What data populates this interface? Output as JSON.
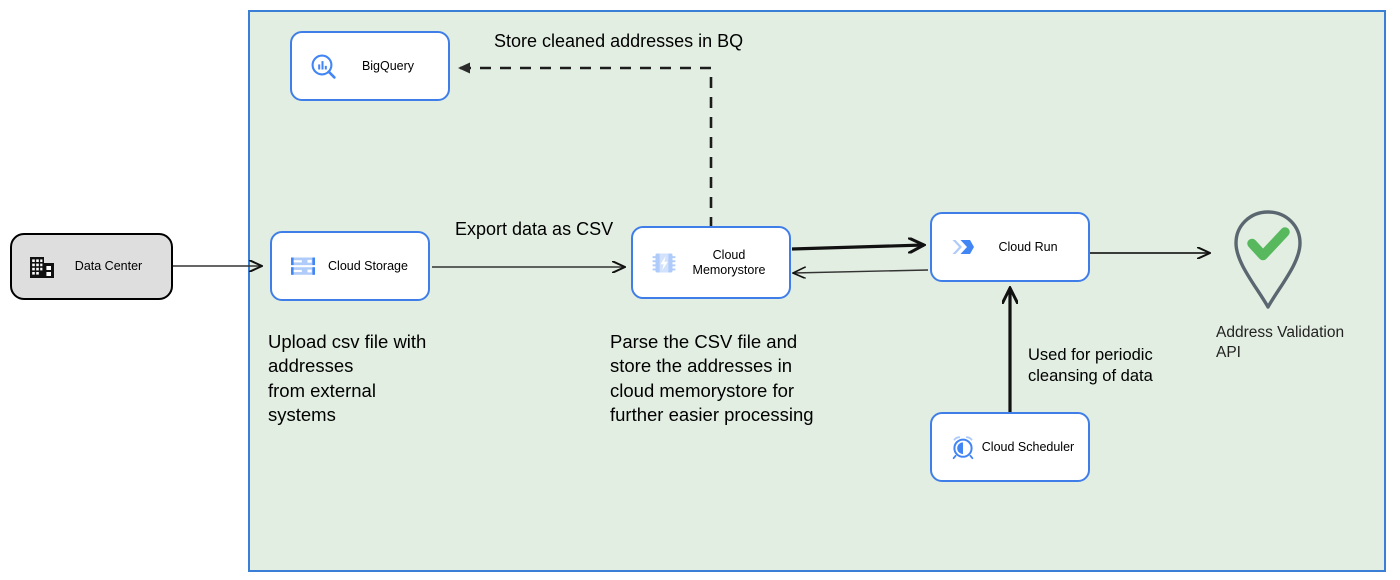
{
  "diagram": {
    "title_text": "",
    "zone": {
      "name": "gcp-project-boundary",
      "fill_color": "#e2eee2",
      "border_color": "#3a7fd5"
    },
    "nodes": [
      {
        "id": "data-center",
        "label": "Data Center",
        "icon": "building-icon",
        "style": "onprem",
        "fill_color": "#dedede",
        "border_color": "#000000"
      },
      {
        "id": "cloud-storage",
        "label": "Cloud Storage",
        "icon": "cloud-storage-icon",
        "style": "gcp",
        "fill_color": "#ffffff",
        "border_color": "#3f7ee8"
      },
      {
        "id": "bigquery",
        "label": "BigQuery",
        "icon": "bigquery-icon",
        "style": "gcp",
        "fill_color": "#ffffff",
        "border_color": "#3f7ee8"
      },
      {
        "id": "cloud-memorystore",
        "label": "Cloud\nMemorystore",
        "icon": "memorystore-chip-icon",
        "style": "gcp",
        "fill_color": "#ffffff",
        "border_color": "#3f7ee8"
      },
      {
        "id": "cloud-run",
        "label": "Cloud Run",
        "icon": "cloud-run-icon",
        "style": "gcp",
        "fill_color": "#ffffff",
        "border_color": "#3f7ee8"
      },
      {
        "id": "cloud-scheduler",
        "label": "Cloud Scheduler",
        "icon": "alarm-clock-icon",
        "style": "gcp",
        "fill_color": "#ffffff",
        "border_color": "#3f7ee8"
      },
      {
        "id": "address-validation-api",
        "label": "Address Validation\nAPI",
        "icon": "map-pin-check-icon",
        "style": "pin",
        "pin_color": "#5b6770",
        "check_color": "#57b85e"
      }
    ],
    "edge_labels": [
      {
        "id": "store-cleaned-bq",
        "text": "Store cleaned addresses in BQ"
      },
      {
        "id": "export-csv",
        "text": "Export data as CSV"
      },
      {
        "id": "periodic-cleansing",
        "text": "Used for periodic\ncleansing of data"
      }
    ],
    "notes": [
      {
        "id": "upload-note",
        "text": "Upload csv file with\naddresses\nfrom external\nsystems"
      },
      {
        "id": "parse-note",
        "text": "Parse the CSV file and\nstore the addresses in\ncloud  memorystore for\nfurther easier processing"
      }
    ]
  }
}
